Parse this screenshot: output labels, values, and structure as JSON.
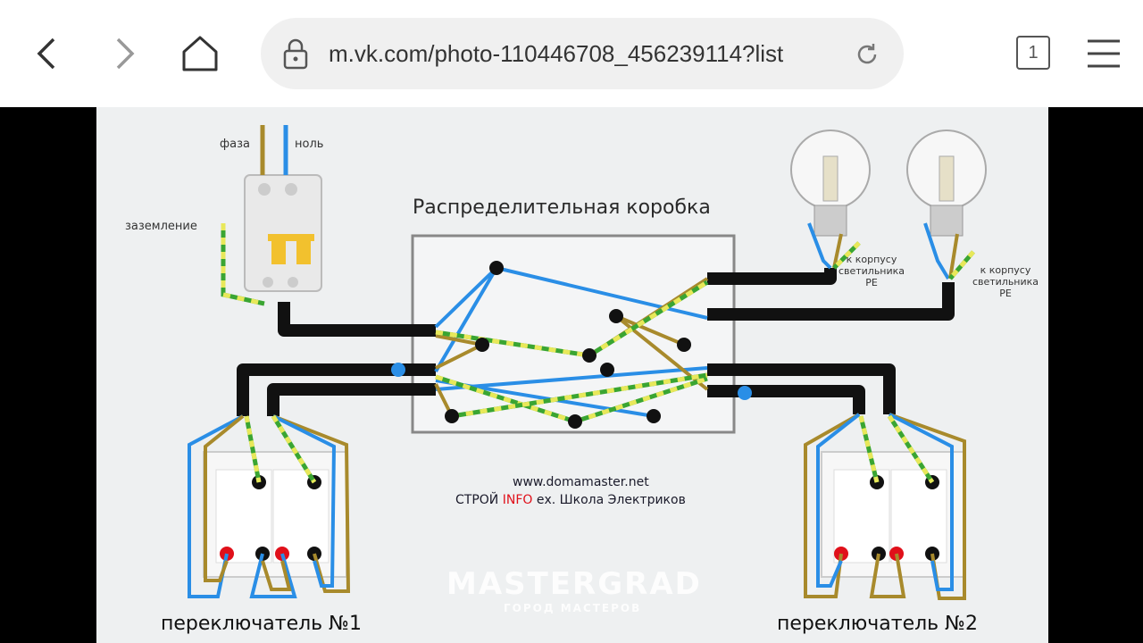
{
  "browser": {
    "url": "m.vk.com/photo-110446708_456239114?list",
    "tab_count": "1",
    "icons": {
      "back": "chevron-left-icon",
      "forward": "chevron-right-icon",
      "home": "home-icon",
      "lock": "lock-icon",
      "reload": "reload-icon",
      "menu": "hamburger-menu-icon"
    }
  },
  "diagram": {
    "title": "Распределительная коробка",
    "phase_label": "фаза",
    "neutral_label": "ноль",
    "ground_label": "заземление",
    "lamp_pe_line1": "к корпусу",
    "lamp_pe_line2": "светильника",
    "lamp_pe_line3": "PE",
    "switch1_label": "переключатель №1",
    "switch2_label": "переключатель №2",
    "site": "www.domamaster.net",
    "credit_prefix": "СТРОЙ",
    "credit_highlight": "INFO",
    "credit_suffix": "ех. Школа Электриков",
    "watermark": "MASTERGRAD",
    "watermark_sub": "ГОРОД МАСТЕРОВ",
    "colors": {
      "phase": "#a88a2c",
      "neutral": "#2a8ee6",
      "ground_green": "#3aa532",
      "ground_yellow": "#e8e85a",
      "cable": "#111111",
      "accent_red": "#e0101a"
    }
  }
}
